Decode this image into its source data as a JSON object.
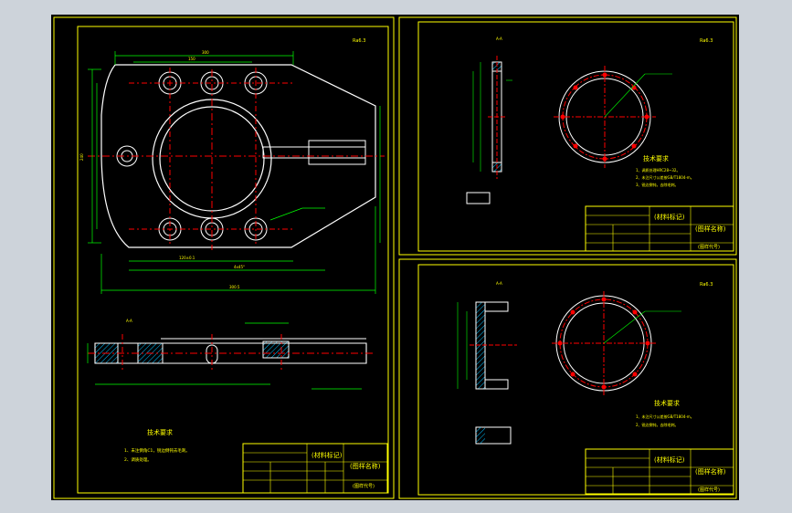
{
  "sheets": {
    "main": {
      "tech_title": "技术要求",
      "tech_notes": [
        "1、未注倒角C1，锐边倒钝去毛刺。",
        "2、调质处理。"
      ],
      "material_label": "(材料标记)",
      "drawing_name": "(图样名称)",
      "drawing_code": "(图样代号)",
      "view_label": "A-A",
      "roughness": "Ra6.3"
    },
    "top_right": {
      "tech_title": "技术要求",
      "tech_notes": [
        "1、调质处理HRC28~32。",
        "2、未注尺寸公差按GB/T1804-m。",
        "3、锐边倒钝，去除毛刺。"
      ],
      "material_label": "(材料标记)",
      "drawing_name": "(图样名称)",
      "drawing_code": "(图样代号)",
      "view_label": "A-A",
      "roughness": "Ra6.3"
    },
    "bottom_right": {
      "tech_title": "技术要求",
      "tech_notes": [
        "1、未注尺寸公差按GB/T1804-m。",
        "2、锐边倒钝，去除毛刺。"
      ],
      "material_label": "(材料标记)",
      "drawing_name": "(图样名称)",
      "drawing_code": "(图样代号)",
      "view_label": "A-A",
      "roughness": "Ra6.3"
    }
  },
  "colors": {
    "background": "#000000",
    "frame": "#ffff00",
    "outline": "#ffffff",
    "center_line": "#ff0000",
    "dimension": "#00ff00",
    "hatch": "#00bfff",
    "text": "#ffff00"
  }
}
